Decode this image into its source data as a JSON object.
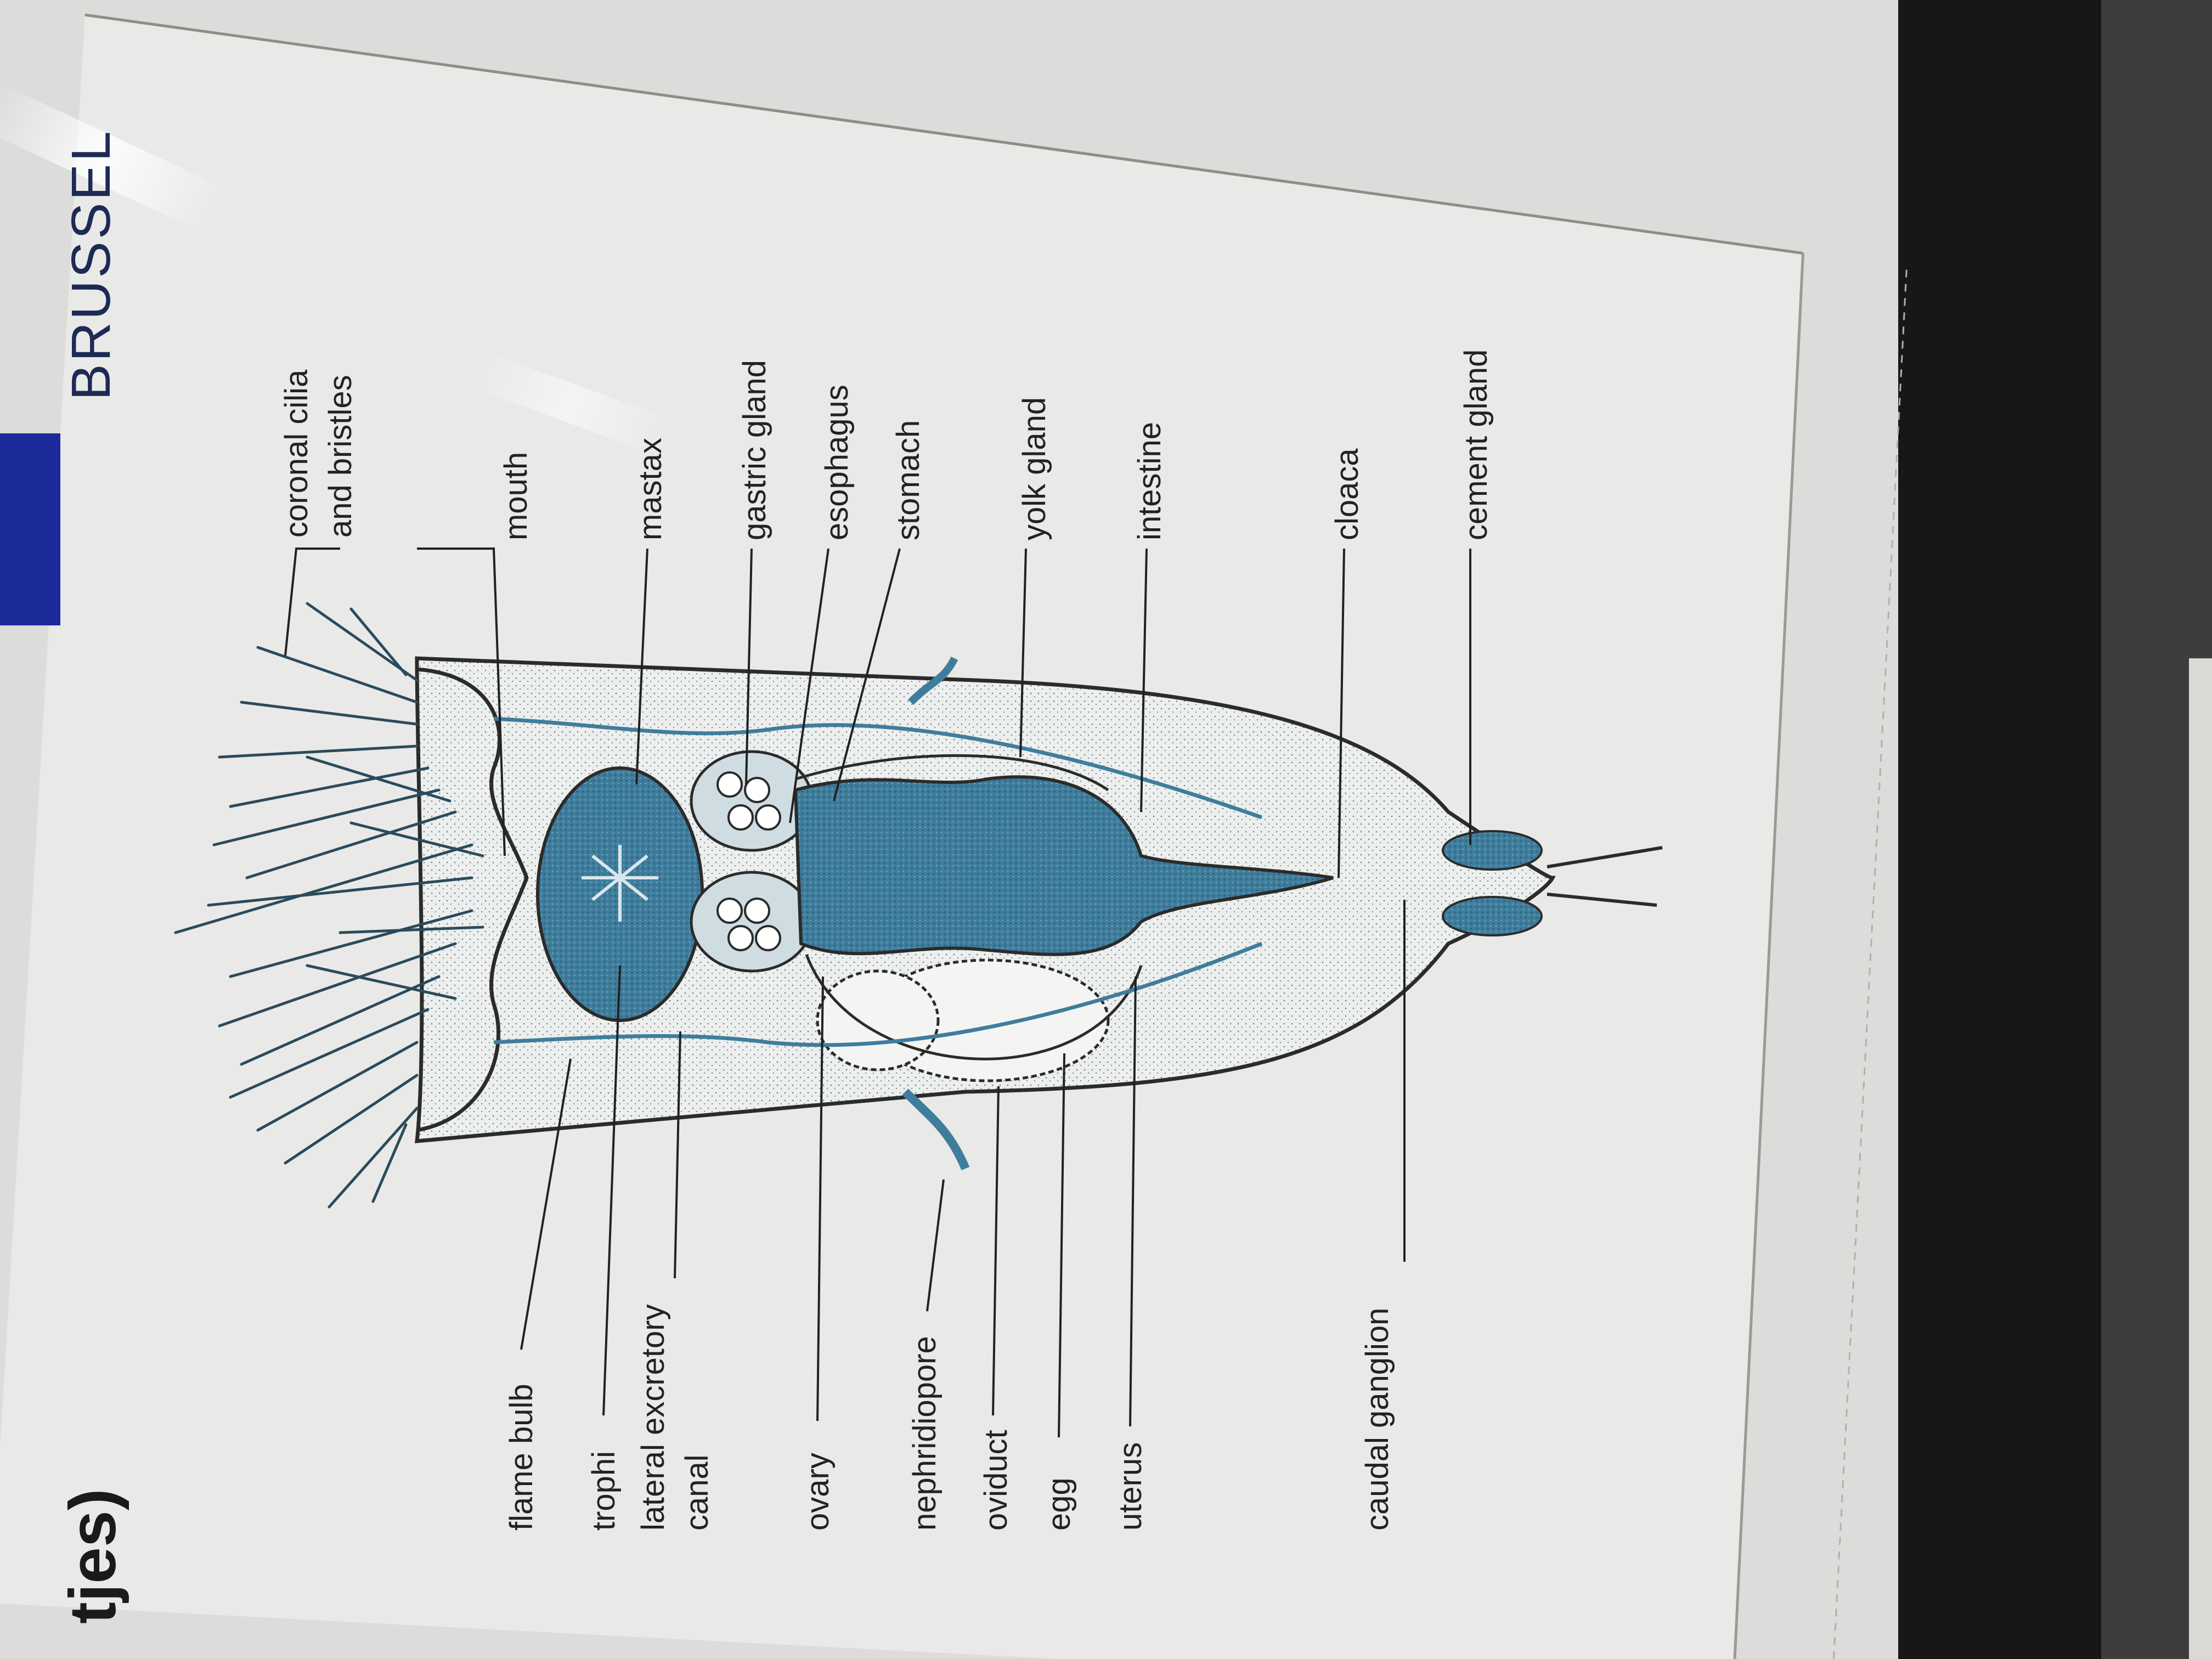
{
  "header": {
    "brand": "BRUSSEL",
    "heading_fragment": "tjes)"
  },
  "labels": {
    "coronal_cilia": [
      "coronal cilia",
      "and bristles"
    ],
    "mouth": "mouth",
    "mastax": "mastax",
    "gastric_gland": "gastric gland",
    "esophagus": "esophagus",
    "stomach": "stomach",
    "yolk_gland": "yolk gland",
    "intestine": "intestine",
    "cloaca": "cloaca",
    "cement_gland": "cement gland",
    "flame_bulb": "flame bulb",
    "trophi": "trophi",
    "lateral_excretory_canal": [
      "lateral excretory",
      "canal"
    ],
    "ovary": "ovary",
    "nephridiopore": "nephridiopore",
    "oviduct": "oviduct",
    "egg": "egg",
    "uterus": "uterus",
    "caudal_ganglion": "caudal ganglion"
  },
  "colors": {
    "organ_blue": "#3f7d9c",
    "organ_dark": "#2f6280",
    "paper": "#e9e9e7",
    "bezel": "#1b1b1b",
    "brand_blue": "#1d2a9a"
  }
}
